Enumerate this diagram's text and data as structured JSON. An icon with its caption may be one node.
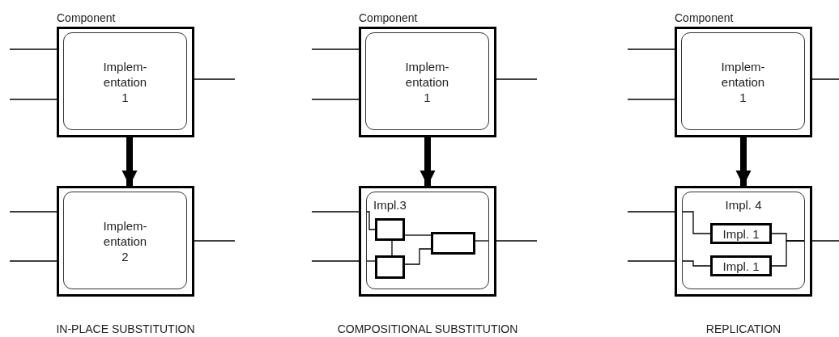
{
  "diagram": {
    "nodes": [
      {
        "text": [
          "Component"
        ]
      },
      {
        "text": [
          "Implem- entation 1"
        ],
        "in": 0
      },
      {
        "text": [],
        "shape": "box"
      },
      {
        "text": [
          "Implem- entation 2"
        ],
        "in": 2
      },
      {
        "text": [
          "Component"
        ]
      },
      {
        "text": [
          "Implem- entation 1"
        ],
        "in": 4
      },
      {
        "text": [],
        "shape": "box"
      },
      {
        "text": [
          "Impl.3"
        ],
        "in": 6
      },
      {
        "text": [],
        "shape": "box",
        "in": 7
      },
      {
        "text": [],
        "shape": "box",
        "in": 7
      },
      {
        "text": [],
        "shape": "box",
        "in": 7
      },
      {
        "text": [
          "Component"
        ]
      },
      {
        "text": [
          "Implem- entation 1"
        ],
        "in": 11
      },
      {
        "text": [],
        "shape": "box"
      },
      {
        "text": [
          "Impl. 4"
        ],
        "in": 13
      },
      {
        "text": [
          "Impl. 1"
        ],
        "in": 14
      },
      {
        "text": [
          "Impl. 1"
        ],
        "in": 14
      }
    ],
    "edges": [
      {
        "from": null,
        "to": 0,
        "arrow": "none"
      },
      {
        "from": null,
        "to": 0,
        "arrow": "none"
      },
      {
        "from": 0,
        "to": null,
        "arrow": "none"
      },
      {
        "from": 0,
        "to": 2,
        "arrow": "to",
        "style": "thick"
      },
      {
        "from": null,
        "to": 2,
        "arrow": "none"
      },
      {
        "from": null,
        "to": 2,
        "arrow": "none"
      },
      {
        "from": 2,
        "to": null,
        "arrow": "none"
      },
      {
        "from": null,
        "to": 4,
        "arrow": "none"
      },
      {
        "from": null,
        "to": 4,
        "arrow": "none"
      },
      {
        "from": 4,
        "to": null,
        "arrow": "none"
      },
      {
        "from": 4,
        "to": 6,
        "arrow": "to",
        "style": "thick"
      },
      {
        "from": null,
        "to": 6,
        "arrow": "none"
      },
      {
        "from": null,
        "to": 6,
        "arrow": "none"
      },
      {
        "from": 6,
        "to": null,
        "arrow": "none"
      },
      {
        "from": 7,
        "to": 8,
        "arrow": "none"
      },
      {
        "from": 7,
        "to": 9,
        "arrow": "none"
      },
      {
        "from": 8,
        "to": 9,
        "arrow": "none"
      },
      {
        "from": 8,
        "to": 10,
        "arrow": "none"
      },
      {
        "from": 9,
        "to": 10,
        "arrow": "none"
      },
      {
        "from": 10,
        "to": 7,
        "arrow": "none"
      },
      {
        "from": null,
        "to": 11,
        "arrow": "none"
      },
      {
        "from": null,
        "to": 11,
        "arrow": "none"
      },
      {
        "from": 11,
        "to": null,
        "arrow": "none"
      },
      {
        "from": 11,
        "to": 13,
        "arrow": "to",
        "style": "thick"
      },
      {
        "from": null,
        "to": 13,
        "arrow": "none"
      },
      {
        "from": null,
        "to": 13,
        "arrow": "none"
      },
      {
        "from": 13,
        "to": null,
        "arrow": "none"
      },
      {
        "from": 14,
        "to": 15,
        "arrow": "none"
      },
      {
        "from": 14,
        "to": 16,
        "arrow": "none"
      },
      {
        "from": 15,
        "to": 14,
        "arrow": "none"
      },
      {
        "from": 16,
        "to": 14,
        "arrow": "none"
      }
    ],
    "labels": [
      "IN-PLACE SUBSTITUTION",
      "COMPOSITIONAL SUBSTITUTION",
      "REPLICATION"
    ]
  }
}
